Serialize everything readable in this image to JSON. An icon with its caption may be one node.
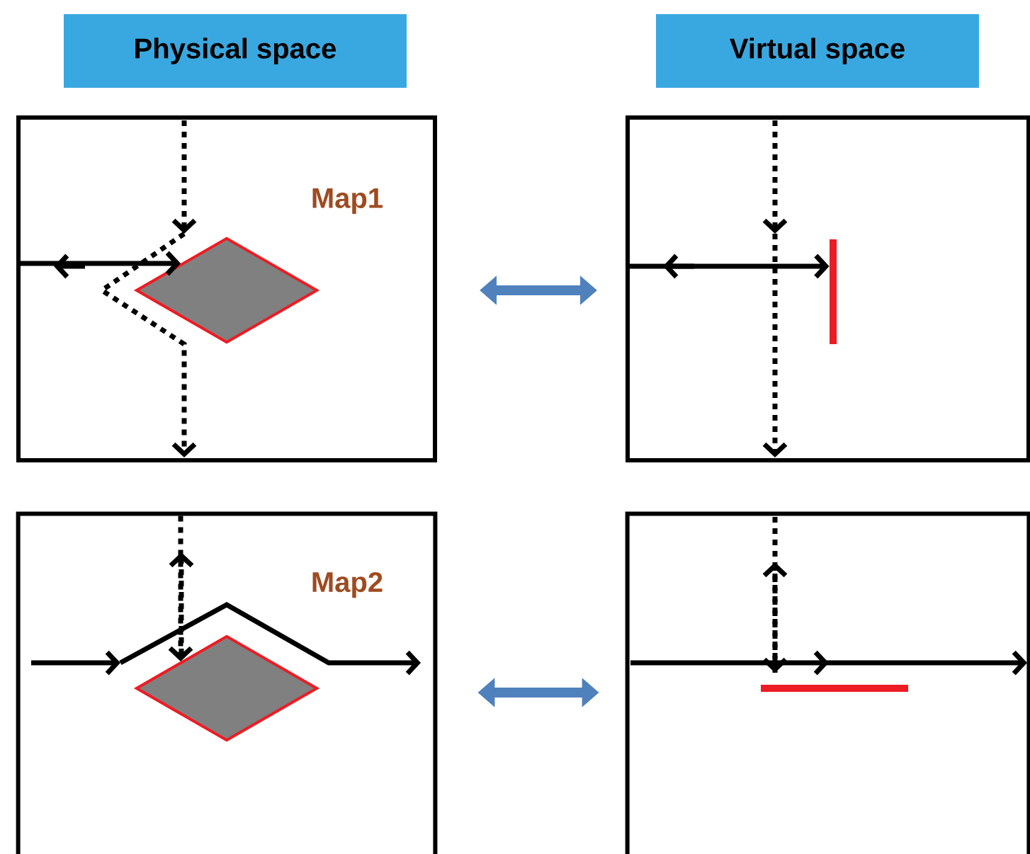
{
  "diagram": {
    "nodes": [
      {
        "text": [
          "Physical space"
        ]
      },
      {
        "text": [
          "Virtual space"
        ]
      },
      {
        "text": [],
        "shape": "box"
      },
      {
        "text": [],
        "shape": "diamond",
        "in": 2
      },
      {
        "text": [],
        "shape": "box"
      },
      {
        "text": [],
        "shape": "bar",
        "in": 4
      },
      {
        "text": [],
        "shape": "box"
      },
      {
        "text": [],
        "shape": "diamond",
        "in": 6
      },
      {
        "text": [],
        "shape": "box"
      },
      {
        "text": [],
        "shape": "bar",
        "in": 8
      }
    ],
    "edges": [
      {
        "from": 2,
        "to": 4,
        "arrow": "both",
        "style": "thick",
        "color": "#4f81bd"
      },
      {
        "from": 6,
        "to": 8,
        "arrow": "both",
        "style": "thick",
        "color": "#4f81bd"
      },
      {
        "from": 2,
        "to": 3,
        "arrow": "to"
      },
      {
        "from": 4,
        "to": 5,
        "arrow": "to"
      },
      {
        "from": 6,
        "to": 7,
        "arrow": "to",
        "style": "dashed"
      }
    ],
    "labels": [
      "Map1",
      "Map2"
    ]
  }
}
